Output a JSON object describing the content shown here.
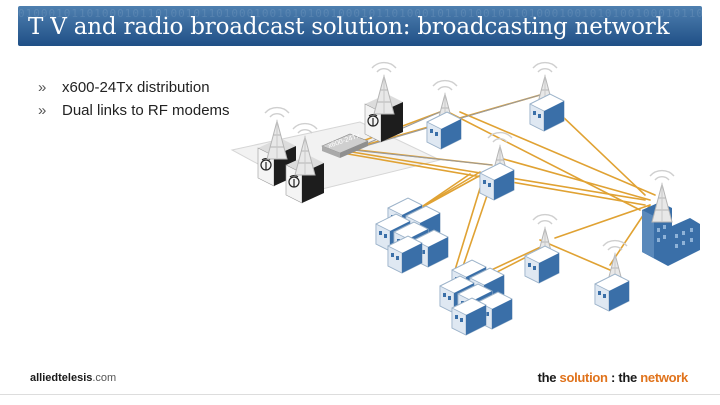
{
  "header": {
    "title": "T V and radio broadcast solution:  broadcasting network",
    "binary_pattern": "0100010110100010110100101101000100101010010001011010001011010010110100010010101001000101101000101101001011010001001010100100010110100010110100101101000100101010"
  },
  "bullets": [
    {
      "text": "x600-24Tx distribution"
    },
    {
      "text": "Dual links to RF modems"
    }
  ],
  "diagram": {
    "switch_label": "x600-24Tx"
  },
  "footer": {
    "logo_name": "alliedtelesis",
    "logo_domain": ".com",
    "tagline_the1": "the ",
    "tagline_solution": "solution",
    "tagline_sep": " : ",
    "tagline_the2": "the ",
    "tagline_network": "network"
  },
  "colors": {
    "title_bar": "#2a5a92",
    "link": "#e0a233",
    "building": "#3a6fa8",
    "tower": "#bfbfbf"
  }
}
